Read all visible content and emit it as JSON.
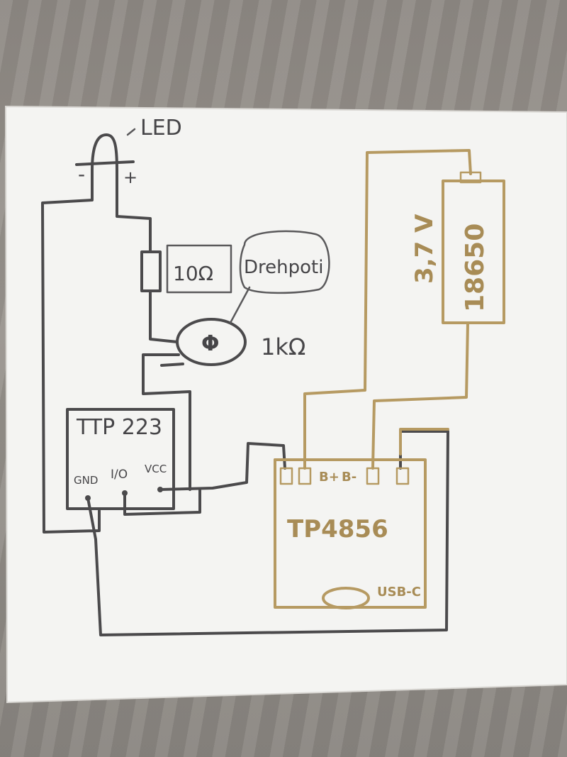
{
  "components": {
    "led": {
      "label": "LED",
      "minus": "-",
      "plus": "+"
    },
    "resistor": {
      "label": "10Ω"
    },
    "potentiometer": {
      "label": "1kΩ",
      "note": "Drehpoti",
      "symbol": "Φ"
    },
    "touch_sensor": {
      "label": "TTP 223",
      "pins": [
        "GND",
        "I/O",
        "VCC"
      ]
    },
    "charger": {
      "label": "TP4856",
      "pins": [
        "B+",
        "B-"
      ],
      "port": "USB-C"
    },
    "battery": {
      "label": "18650",
      "voltage": "3,7 V"
    }
  },
  "colors": {
    "pencil": "#4b4a4c",
    "gold_pen": "#b69a62",
    "paper": "#f4f4f2"
  }
}
